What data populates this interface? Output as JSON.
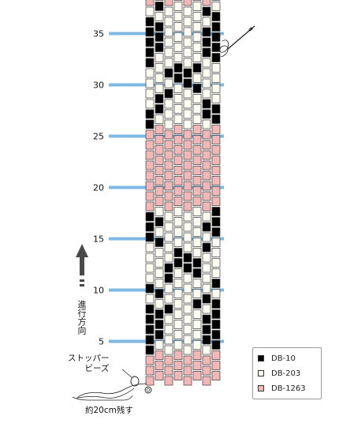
{
  "rulerLabels": [
    "35",
    "30",
    "25",
    "20",
    "15",
    "10",
    "5"
  ],
  "direction": {
    "label": "進行方向",
    "icon": "up-arrow-icon"
  },
  "stopper": {
    "line1": "ストッパー",
    "line2": "ビーズ"
  },
  "tail": "約20cm残す",
  "legend": {
    "items": [
      {
        "code": "DB-10",
        "color": "#000000"
      },
      {
        "code": "DB-203",
        "color": "#fffdf3"
      },
      {
        "code": "DB-1263",
        "color": "#f2b8b8"
      }
    ]
  },
  "colors": {
    "ruler": "#7fb8e4",
    "outline": "#3a3a3a",
    "arrow": "#4a4a4a"
  },
  "pattern": {
    "columns": 8,
    "stitchRows": 39,
    "start": "bottom",
    "pinkRows": [
      0,
      1,
      2,
      17,
      18,
      19,
      20,
      21,
      22,
      23,
      24,
      37,
      38
    ],
    "blackCells": [
      [
        3,
        0
      ],
      [
        3,
        7
      ],
      [
        4,
        0
      ],
      [
        4,
        1
      ],
      [
        4,
        6
      ],
      [
        4,
        7
      ],
      [
        5,
        0
      ],
      [
        5,
        1
      ],
      [
        5,
        6
      ],
      [
        5,
        7
      ],
      [
        6,
        0
      ],
      [
        6,
        1
      ],
      [
        6,
        6
      ],
      [
        6,
        7
      ],
      [
        7,
        0
      ],
      [
        7,
        2
      ],
      [
        7,
        5
      ],
      [
        7,
        7
      ],
      [
        8,
        1
      ],
      [
        8,
        6
      ],
      [
        9,
        0
      ],
      [
        9,
        7
      ],
      [
        10,
        2
      ],
      [
        10,
        5
      ],
      [
        11,
        2
      ],
      [
        11,
        3
      ],
      [
        11,
        4
      ],
      [
        11,
        5
      ],
      [
        12,
        3
      ],
      [
        12,
        4
      ],
      [
        13,
        1
      ],
      [
        13,
        6
      ],
      [
        14,
        0
      ],
      [
        14,
        7
      ],
      [
        15,
        0
      ],
      [
        15,
        1
      ],
      [
        15,
        6
      ],
      [
        15,
        7
      ],
      [
        16,
        0
      ],
      [
        16,
        7
      ],
      [
        25,
        0
      ],
      [
        25,
        7
      ],
      [
        26,
        0
      ],
      [
        26,
        1
      ],
      [
        26,
        6
      ],
      [
        26,
        7
      ],
      [
        27,
        1
      ],
      [
        27,
        6
      ],
      [
        28,
        2
      ],
      [
        28,
        5
      ],
      [
        29,
        3
      ],
      [
        29,
        4
      ],
      [
        30,
        2
      ],
      [
        30,
        3
      ],
      [
        30,
        4
      ],
      [
        30,
        5
      ],
      [
        31,
        0
      ],
      [
        31,
        7
      ],
      [
        32,
        0
      ],
      [
        32,
        1
      ],
      [
        32,
        6
      ],
      [
        32,
        7
      ],
      [
        33,
        0
      ],
      [
        33,
        1
      ],
      [
        33,
        6
      ],
      [
        33,
        7
      ],
      [
        34,
        0
      ],
      [
        34,
        1
      ],
      [
        34,
        6
      ],
      [
        34,
        7
      ],
      [
        35,
        0
      ],
      [
        35,
        7
      ],
      [
        36,
        1
      ],
      [
        36,
        6
      ]
    ]
  }
}
